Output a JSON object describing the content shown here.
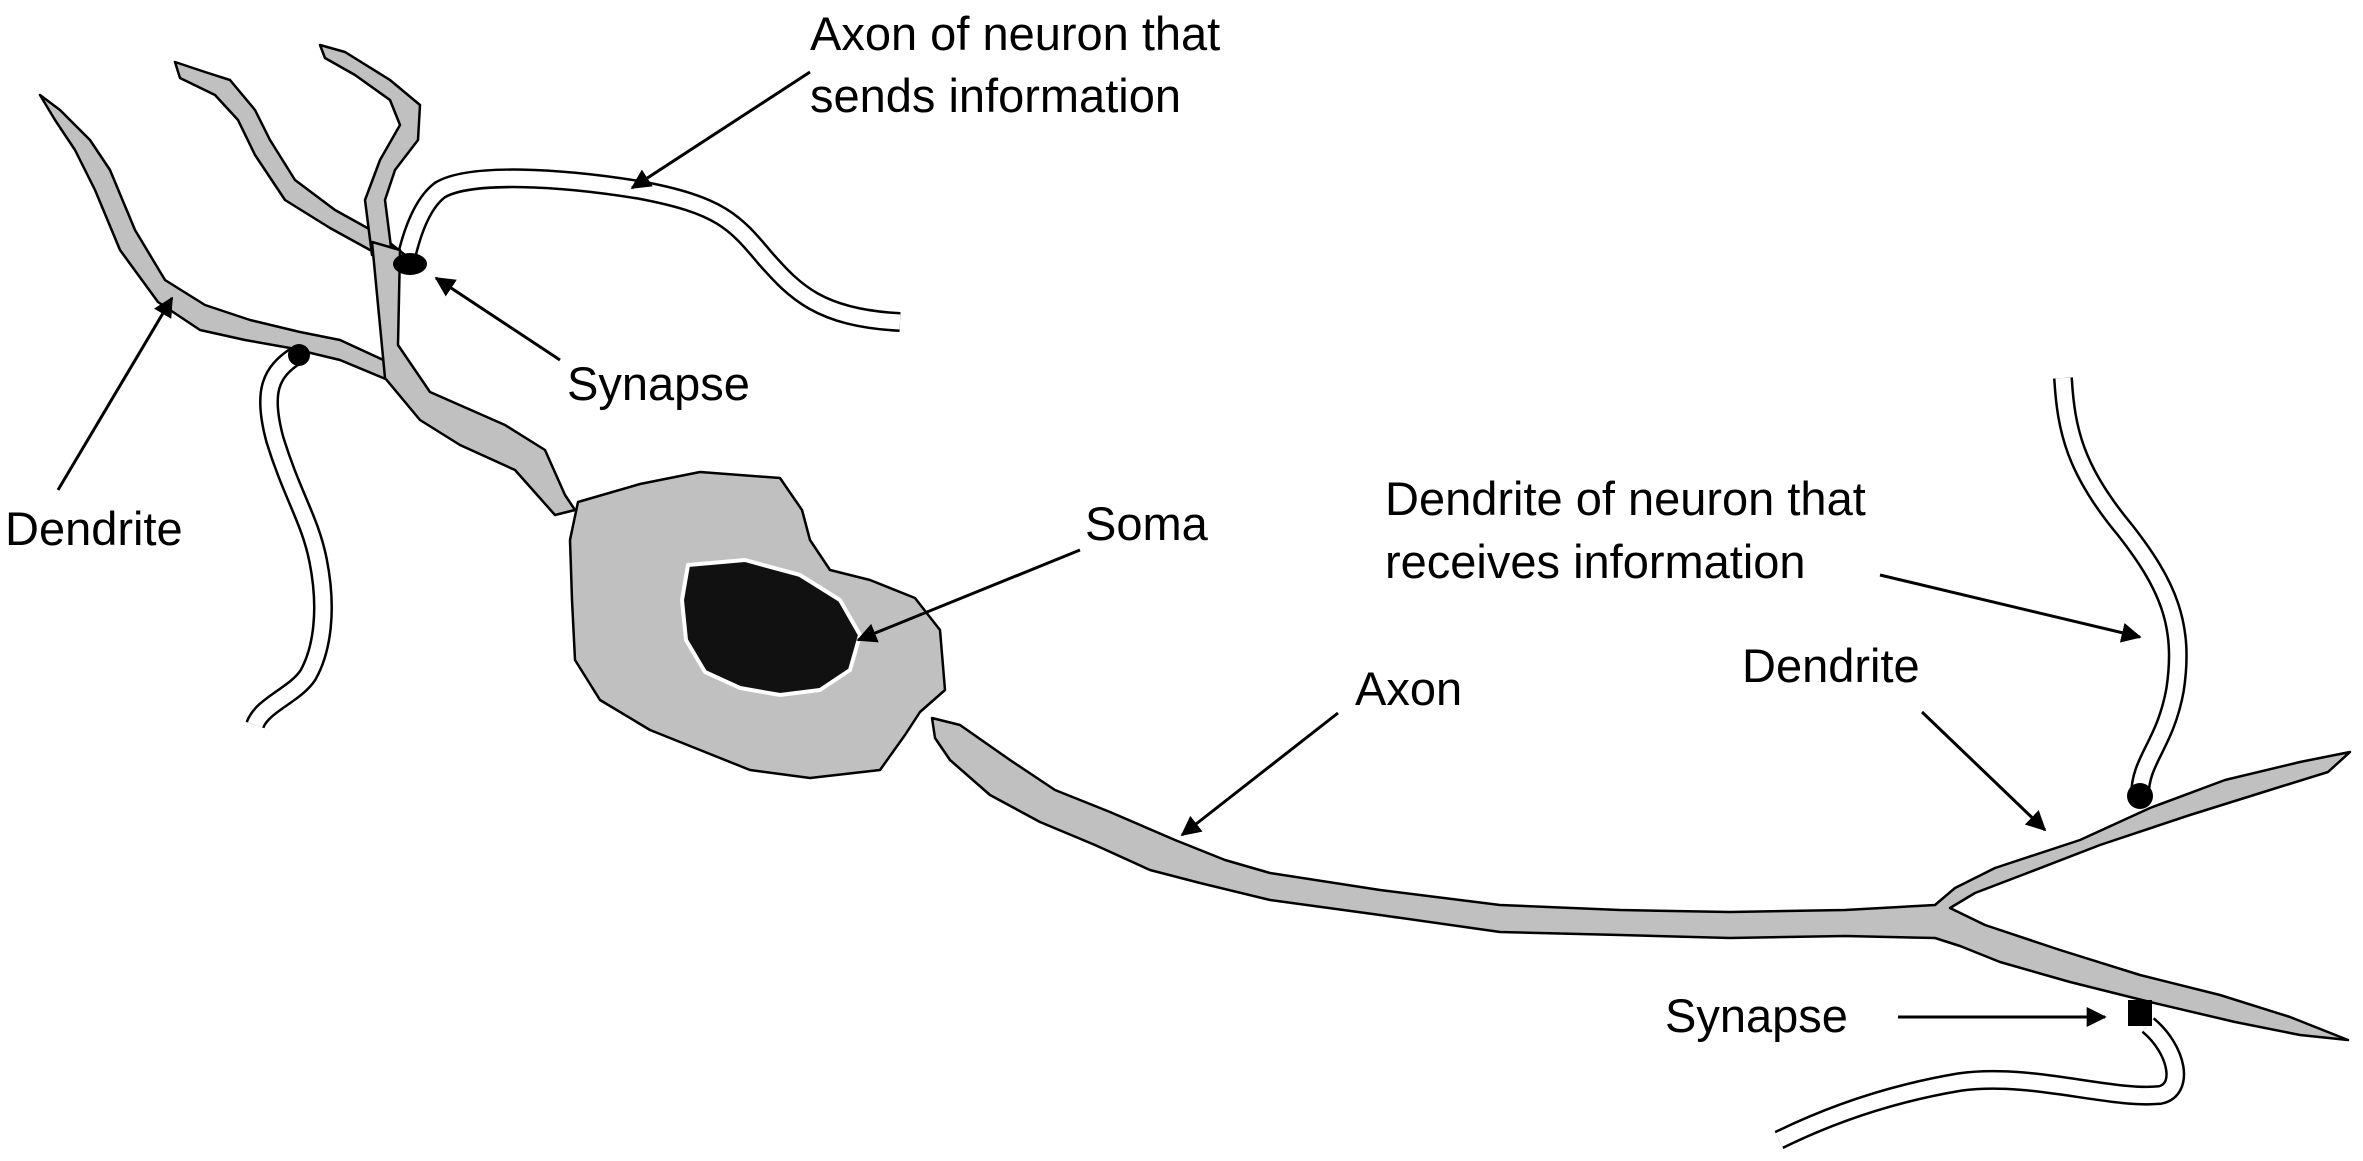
{
  "labels": {
    "axon_sending": [
      "Axon of neuron that",
      "sends information"
    ],
    "synapse_top": "Synapse",
    "dendrite_left": "Dendrite",
    "soma": "Soma",
    "dendrite_receiving": [
      "Dendrite of neuron that",
      "receives information"
    ],
    "axon": "Axon",
    "dendrite_right": "Dendrite",
    "synapse_bottom": "Synapse"
  },
  "colors": {
    "cell_fill": "#c0c0c0",
    "nucleus_fill": "#111111",
    "outline": "#000000",
    "background": "#ffffff"
  }
}
